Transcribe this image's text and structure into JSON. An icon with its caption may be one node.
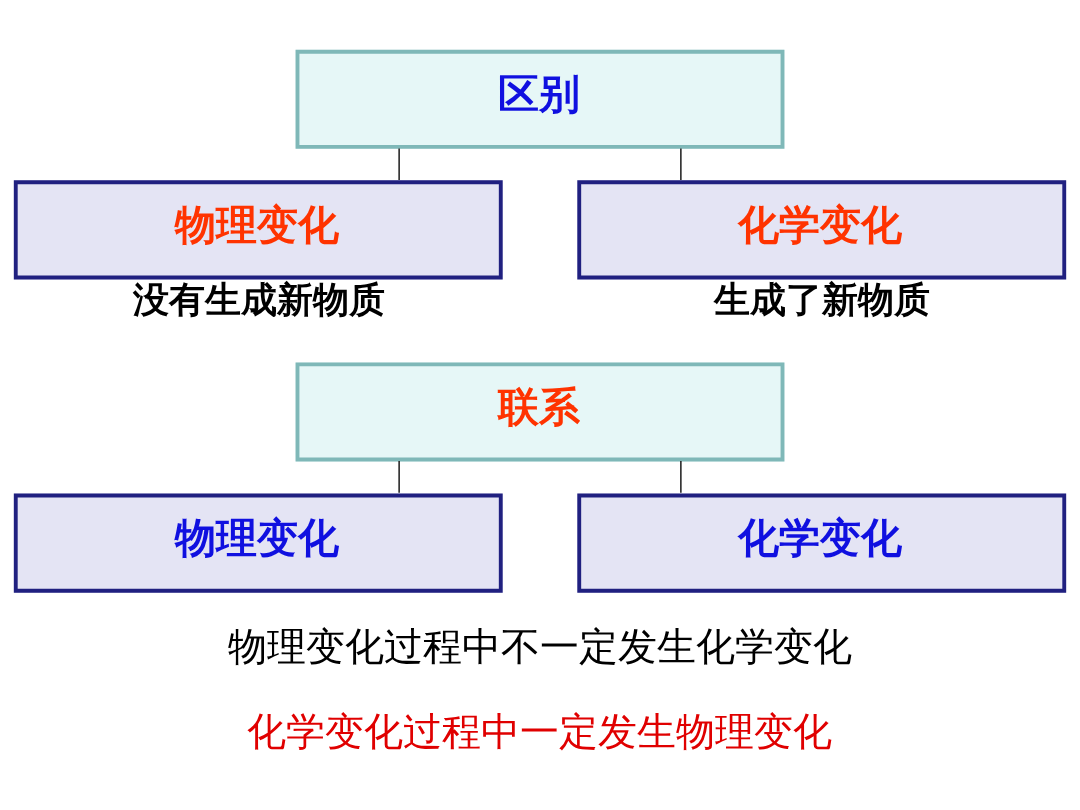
{
  "diagram": {
    "nodes": [
      {
        "text": [
          "区别"
        ]
      },
      {
        "text": [
          "物理变化"
        ],
        "beside": [
          "没有生成新物质"
        ]
      },
      {
        "text": [
          "化学变化"
        ],
        "beside": [
          "生成了新物质"
        ]
      },
      {
        "text": [
          "联系"
        ]
      },
      {
        "text": [
          "物理变化"
        ]
      },
      {
        "text": [
          "化学变化"
        ]
      }
    ],
    "edges": [
      {
        "from": 0,
        "to": 1,
        "arrow": "none"
      },
      {
        "from": 0,
        "to": 2,
        "arrow": "none"
      },
      {
        "from": 3,
        "to": 4,
        "arrow": "none"
      },
      {
        "from": 3,
        "to": 5,
        "arrow": "none"
      }
    ],
    "labels": [
      "物理变化过程中不一定发生化学变化",
      "化学变化过程中一定发生物理变化"
    ]
  }
}
